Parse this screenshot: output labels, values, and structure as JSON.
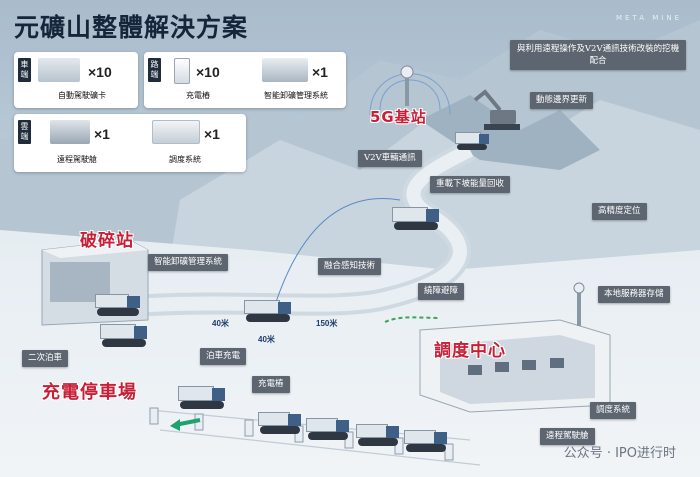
{
  "title": "元礦山整體解決方案",
  "brand": "META MINE",
  "legend": {
    "vehicle": {
      "tag": "車端",
      "items": [
        {
          "qty": "×10",
          "label": "自動駕駛礦卡"
        }
      ]
    },
    "road": {
      "tag": "路端",
      "items": [
        {
          "qty": "×10",
          "label": "充電樁"
        },
        {
          "qty": "×1",
          "label": "智能卸礦管理系統"
        }
      ]
    },
    "cloud": {
      "tag": "雲端",
      "items": [
        {
          "qty": "×1",
          "label": "遠程駕駛艙"
        },
        {
          "qty": "×1",
          "label": "調度系統"
        }
      ]
    }
  },
  "zones": {
    "base_5g": "5G基站",
    "crusher": "破碎站",
    "dispatch": "調度中心",
    "charging_park": "充電停車場"
  },
  "callouts": {
    "remote_v2v": "與利用遠程操作及V2V通訊技術改裝的挖機配合",
    "boundary": "動態邊界更新",
    "v2v": "V2V車輛通訊",
    "downhill": "重載下坡能量回收",
    "hd_positioning": "高精度定位",
    "unload_mgmt": "智能卸礦管理系統",
    "fusion": "融合感知技術",
    "avoid": "繞障避障",
    "local_storage": "本地服務器存儲",
    "secondary_park": "二次泊車",
    "park_charge": "泊車充電",
    "charger": "充電樁",
    "dispatch_system": "調度系統",
    "remote_cockpit": "遠程駕駛艙"
  },
  "distances": {
    "d1": "40米",
    "d2": "40米",
    "d3": "150米"
  },
  "watermark": "公众号 · IPO进行时",
  "colors": {
    "accent_red": "#c81f36",
    "callout_bg": "#5d6670",
    "tag_bg": "#1e2c3c",
    "truck_cab": "#3e5f86"
  }
}
